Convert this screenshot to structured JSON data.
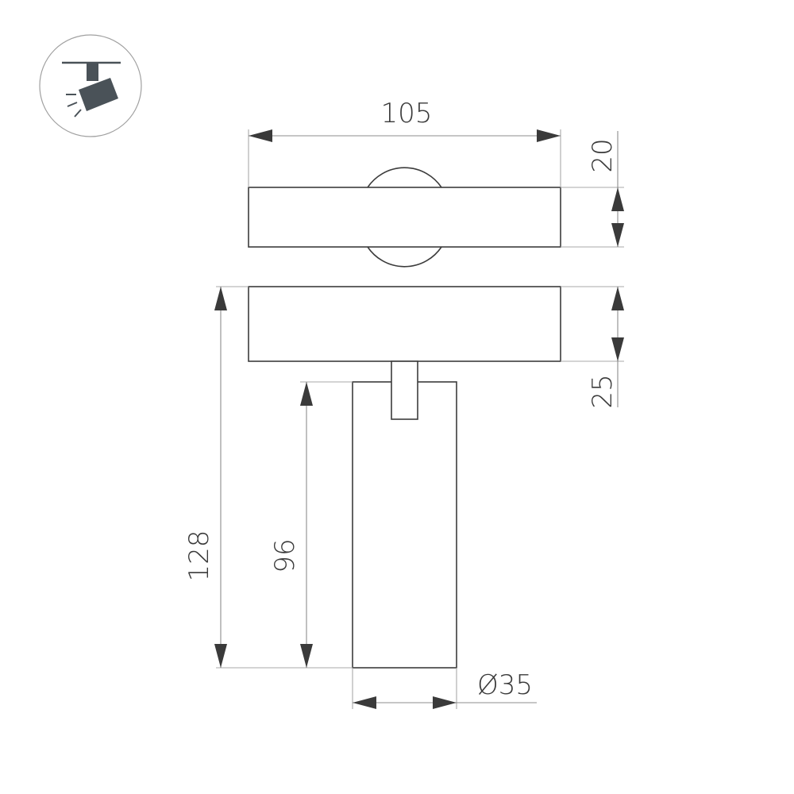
{
  "drawing": {
    "type": "technical dimension drawing",
    "subject": "track spotlight",
    "units": "mm",
    "icon": "track-spotlight-icon",
    "colors": {
      "outline": "#3c3c3c",
      "dimension_line": "#8c8c8c",
      "extension_line": "#a8a8a8",
      "arrow": "#3a3a3a",
      "icon_fill": "#4a5258",
      "icon_circle": "#999999"
    }
  },
  "dimensions": {
    "width_top": "105",
    "mount_height": "20",
    "housing_height": "25",
    "total_height": "128",
    "body_height": "96",
    "diameter": "Ø35"
  }
}
